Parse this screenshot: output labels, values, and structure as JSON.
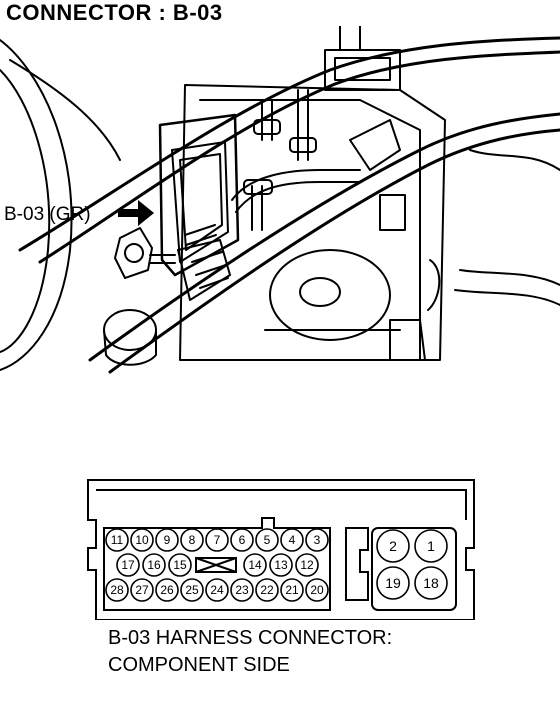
{
  "title": "CONNECTOR : B-03",
  "callout_label": "B-03 (GR)",
  "caption_line1": "B-03 HARNESS CONNECTOR:",
  "caption_line2": "COMPONENT SIDE",
  "pins": {
    "row1": [
      "11",
      "10",
      "9",
      "8",
      "7",
      "6",
      "5",
      "4",
      "3"
    ],
    "row2": [
      "17",
      "16",
      "15",
      "14",
      "13",
      "12"
    ],
    "row3": [
      "28",
      "27",
      "26",
      "25",
      "24",
      "23",
      "22",
      "21",
      "20"
    ],
    "big_top": [
      "2",
      "1"
    ],
    "big_bottom": [
      "19",
      "18"
    ]
  }
}
